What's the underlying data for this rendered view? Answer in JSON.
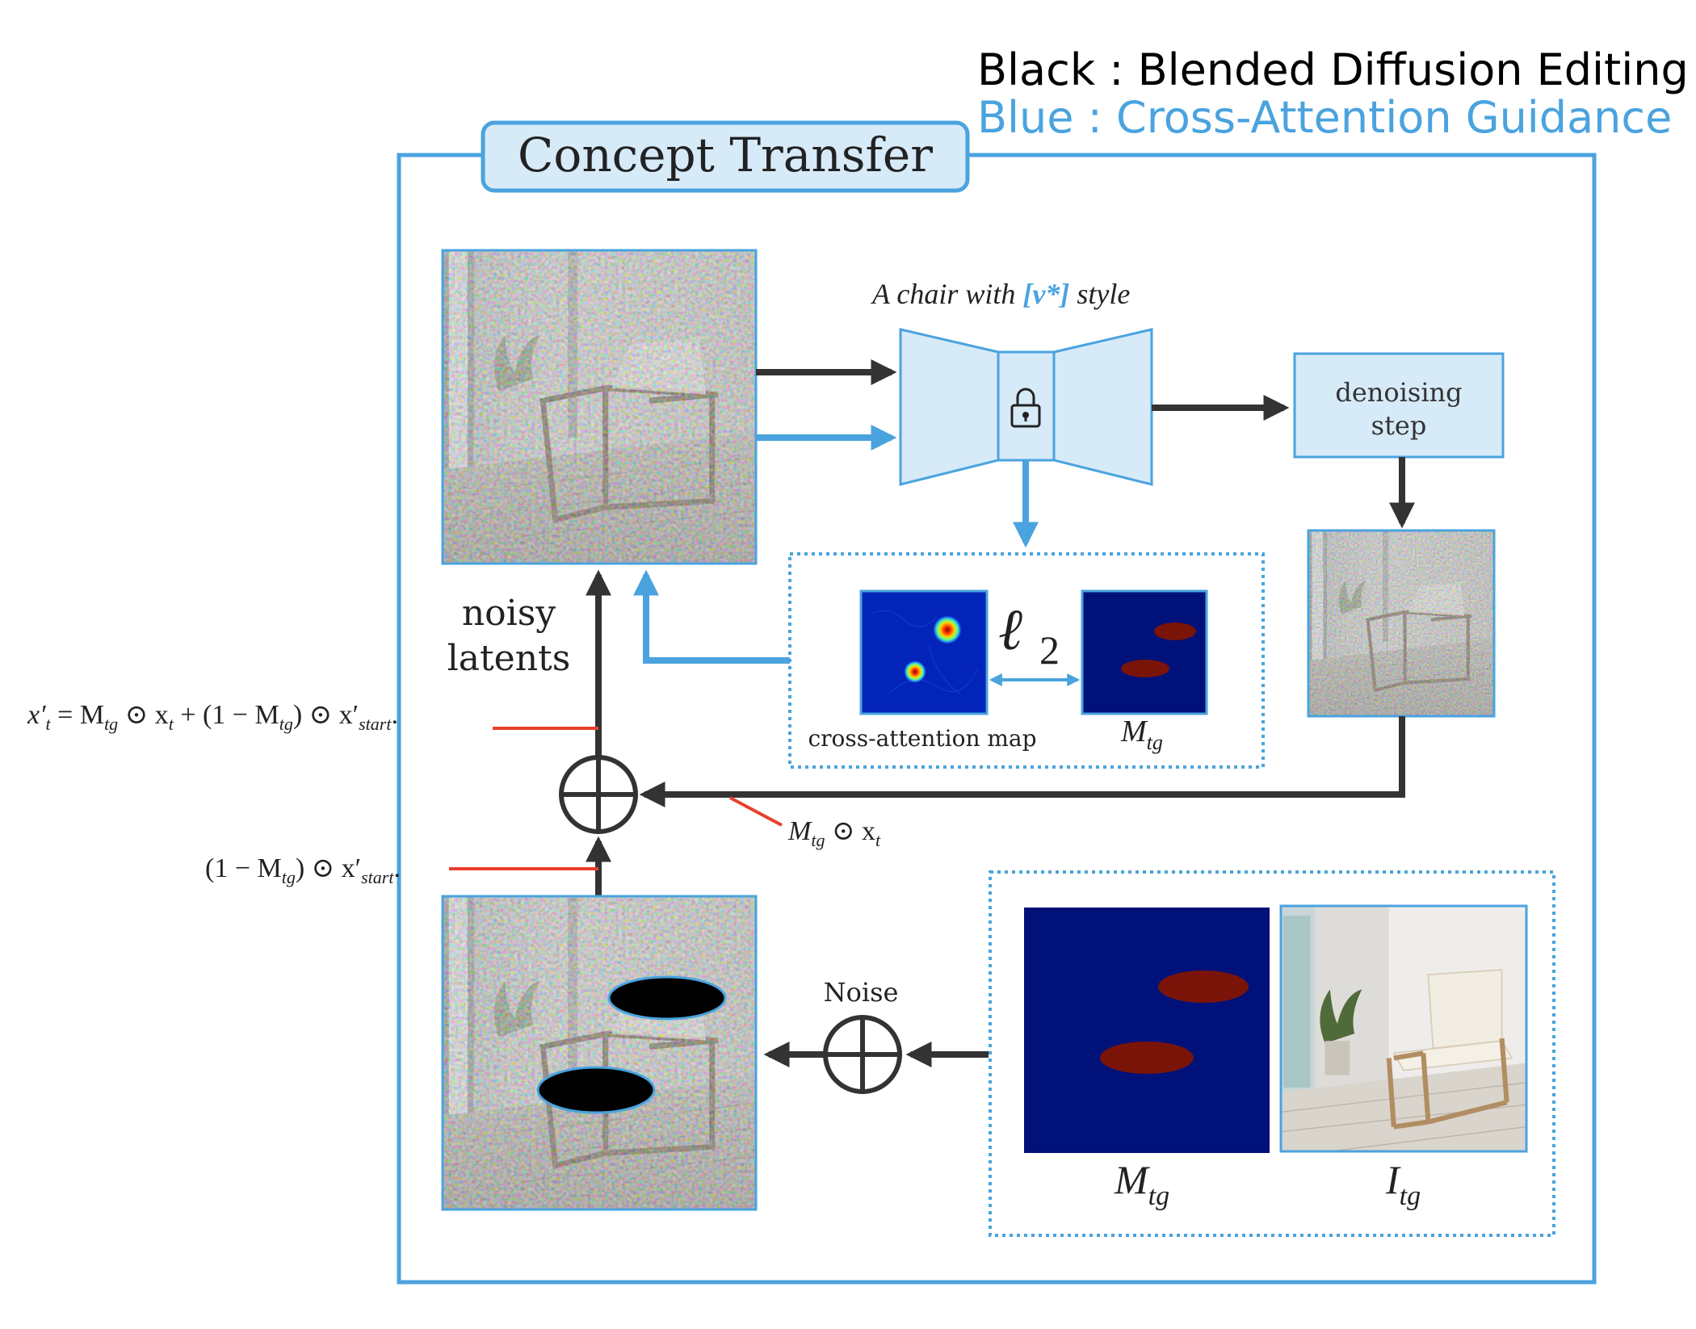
{
  "legend": {
    "black_line": "Black : Blended Diffusion Editing",
    "blue_line": "Blue  : Cross-Attention Guidance",
    "black_color": "#000000",
    "blue_color": "#4aa3df"
  },
  "colors": {
    "accent_blue": "#4aa3df",
    "box_fill": "#d6eaf8",
    "arrow_dark": "#333333",
    "red_line": "#e8402c",
    "heatmap_bg": "#00117a",
    "mask_blob": "#7a1408"
  },
  "frame": {
    "title": "Concept Transfer"
  },
  "prompt": {
    "prefix": "A chair with ",
    "token": "[v*]",
    "suffix": " style"
  },
  "unet": {
    "icon": "lock-icon"
  },
  "denoise": {
    "line1": "denoising",
    "line2": "step"
  },
  "noisy_latents": {
    "line1": "noisy",
    "line2": "latents"
  },
  "attention_box": {
    "map_caption": "cross-attention map",
    "loss_label": "ℓ",
    "loss_sub": "2",
    "mask_label": "M",
    "mask_sub": "tg"
  },
  "equations": {
    "eq_top": "x′t = Mtg ⊙ xt + (1 − Mtg) ⊙ x′start.",
    "eq_top_parts": {
      "a": "x′",
      "a_sub": "t",
      "b": " = M",
      "b_sub": "tg",
      "c": " ⊙ x",
      "c_sub": "t",
      "d": " + (1 − M",
      "d_sub": "tg",
      "e": ") ⊙ x′",
      "e_sub": "start",
      "f": "."
    },
    "eq_mid_parts": {
      "a": "M",
      "a_sub": "tg",
      "b": " ⊙ x",
      "b_sub": "t"
    },
    "eq_bottom_parts": {
      "a": "(1 − M",
      "a_sub": "tg",
      "b": ") ⊙ x′",
      "b_sub": "start",
      "c": "."
    }
  },
  "noise_label": "Noise",
  "target_box": {
    "mask_label": "M",
    "mask_sub": "tg",
    "image_label": "I",
    "image_sub": "tg"
  }
}
